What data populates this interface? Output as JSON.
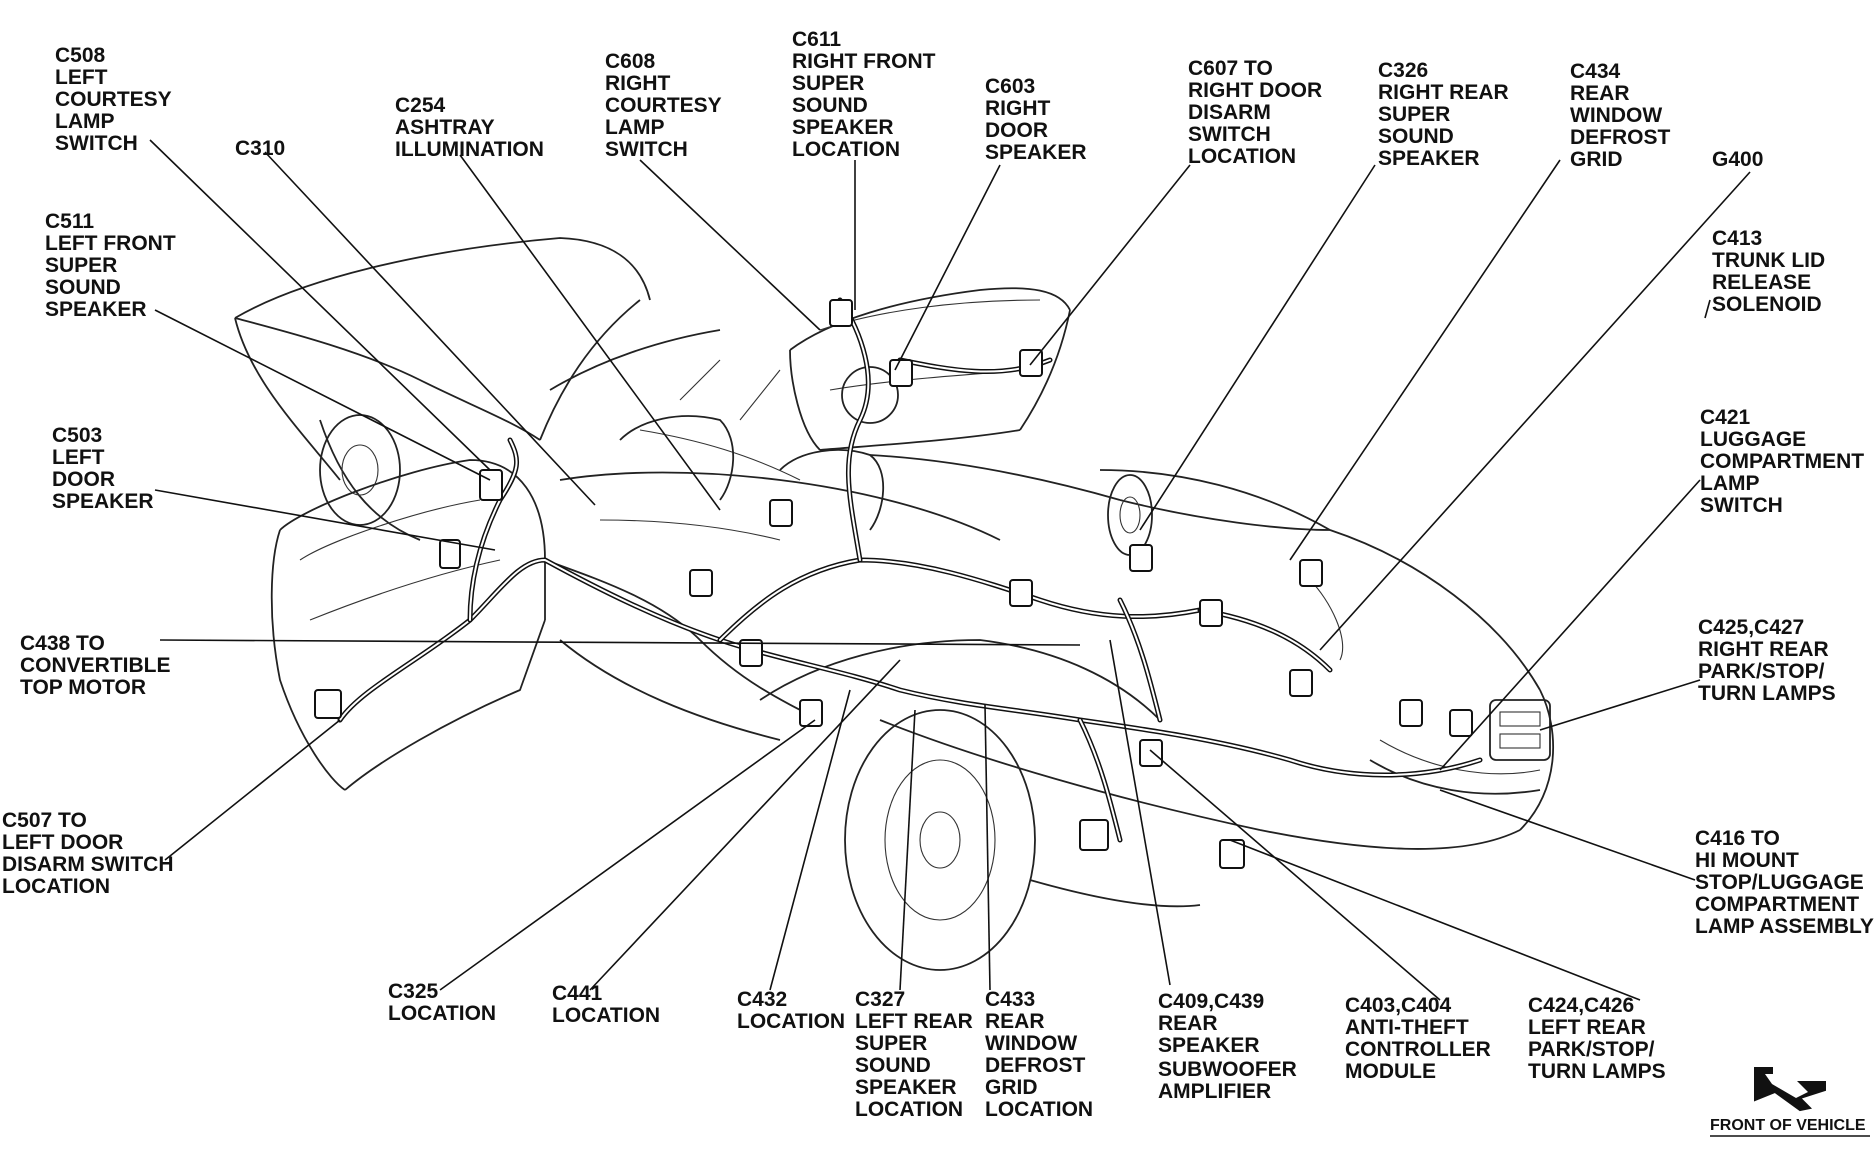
{
  "callouts": [
    {
      "id": "c508",
      "lines": [
        "C508",
        "LEFT",
        "COURTESY",
        "LAMP",
        "SWITCH"
      ]
    },
    {
      "id": "c310",
      "lines": [
        "C310"
      ]
    },
    {
      "id": "c254",
      "lines": [
        "C254",
        "ASHTRAY",
        "ILLUMINATION"
      ]
    },
    {
      "id": "c608",
      "lines": [
        "C608",
        "RIGHT",
        "COURTESY",
        "LAMP",
        "SWITCH"
      ]
    },
    {
      "id": "c611",
      "lines": [
        "C611",
        "RIGHT FRONT",
        "SUPER",
        "SOUND",
        "SPEAKER",
        "LOCATION"
      ]
    },
    {
      "id": "c603",
      "lines": [
        "C603",
        "RIGHT",
        "DOOR",
        "SPEAKER"
      ]
    },
    {
      "id": "c607",
      "lines": [
        "C607 TO",
        "RIGHT DOOR",
        "DISARM",
        "SWITCH",
        "LOCATION"
      ]
    },
    {
      "id": "c326",
      "lines": [
        "C326",
        "RIGHT REAR",
        "SUPER",
        "SOUND",
        "SPEAKER"
      ]
    },
    {
      "id": "c434",
      "lines": [
        "C434",
        "REAR",
        "WINDOW",
        "DEFROST",
        "GRID"
      ]
    },
    {
      "id": "g400",
      "lines": [
        "G400"
      ]
    },
    {
      "id": "c413",
      "lines": [
        "C413",
        "TRUNK LID",
        "RELEASE",
        "SOLENOID"
      ]
    },
    {
      "id": "c421",
      "lines": [
        "C421",
        "LUGGAGE",
        "COMPARTMENT",
        "LAMP",
        "SWITCH"
      ]
    },
    {
      "id": "c425",
      "lines": [
        "C425,C427",
        "RIGHT REAR",
        "PARK/STOP/",
        "TURN LAMPS"
      ]
    },
    {
      "id": "c416",
      "lines": [
        "C416 TO",
        "HI MOUNT",
        "STOP/LUGGAGE",
        "COMPARTMENT",
        "LAMP ASSEMBLY"
      ]
    },
    {
      "id": "c511",
      "lines": [
        "C511",
        "LEFT FRONT",
        "SUPER",
        "SOUND",
        "SPEAKER"
      ]
    },
    {
      "id": "c503",
      "lines": [
        "C503",
        "LEFT",
        "DOOR",
        "SPEAKER"
      ]
    },
    {
      "id": "c438",
      "lines": [
        "C438 TO",
        "CONVERTIBLE",
        "TOP MOTOR"
      ]
    },
    {
      "id": "c507",
      "lines": [
        "C507 TO",
        "LEFT DOOR",
        "DISARM SWITCH",
        "LOCATION"
      ]
    },
    {
      "id": "c325",
      "lines": [
        "C325",
        "LOCATION"
      ]
    },
    {
      "id": "c441",
      "lines": [
        "C441",
        "LOCATION"
      ]
    },
    {
      "id": "c432",
      "lines": [
        "C432",
        "LOCATION"
      ]
    },
    {
      "id": "c327",
      "lines": [
        "C327",
        "LEFT REAR",
        "SUPER",
        "SOUND",
        "SPEAKER",
        "LOCATION"
      ]
    },
    {
      "id": "c433",
      "lines": [
        "C433",
        "REAR",
        "WINDOW",
        "DEFROST",
        "GRID",
        "LOCATION"
      ]
    },
    {
      "id": "c409",
      "lines": [
        "C409,C439",
        "REAR",
        "SPEAKER",
        "SUBWOOFER",
        "AMPLIFIER"
      ]
    },
    {
      "id": "c403",
      "lines": [
        "C403,C404",
        "ANTI-THEFT",
        "CONTROLLER",
        "MODULE"
      ]
    },
    {
      "id": "c424",
      "lines": [
        "C424,C426",
        "LEFT REAR",
        "PARK/STOP/",
        "TURN LAMPS"
      ]
    }
  ],
  "orientation": {
    "label": "FRONT OF VEHICLE",
    "icon": "front-arrow-icon"
  }
}
